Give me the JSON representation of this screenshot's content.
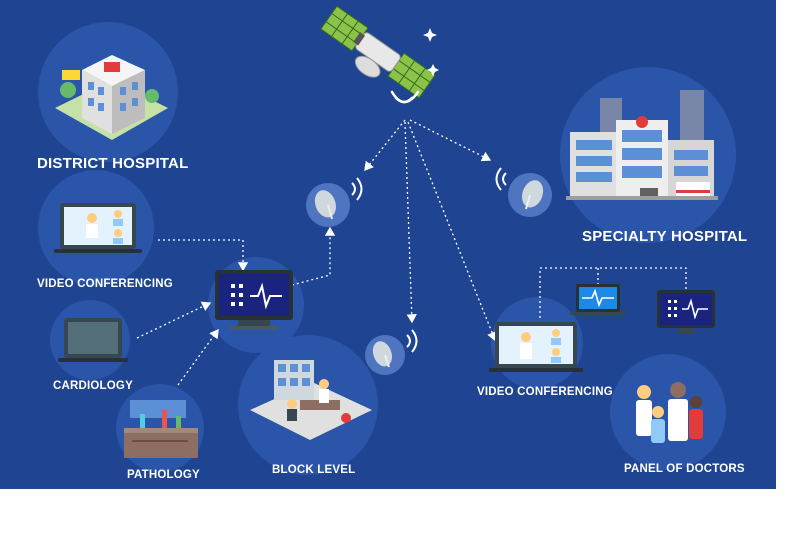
{
  "labels": {
    "district_hospital": "DISTRICT HOSPITAL",
    "specialty_hospital": "SPECIALTY HOSPITAL",
    "video_conferencing_left": "VIDEO CONFERENCING",
    "cardiology": "CARDIOLOGY",
    "pathology": "PATHOLOGY",
    "block_level": "BLOCK LEVEL",
    "video_conferencing_right": "VIDEO CONFERENCING",
    "panel_of_doctors": "PANEL OF DOCTORS"
  },
  "colors": {
    "background": "#1f4592",
    "circle": "#2a55a8",
    "connector": "#ffffff",
    "accent": "#e23b3b"
  },
  "icons": [
    "satellite-icon",
    "satellite-dish-icon",
    "hospital-building-icon",
    "laptop-icon",
    "monitor-icon",
    "doctor-icon",
    "lab-icon",
    "signal-waves-icon"
  ]
}
